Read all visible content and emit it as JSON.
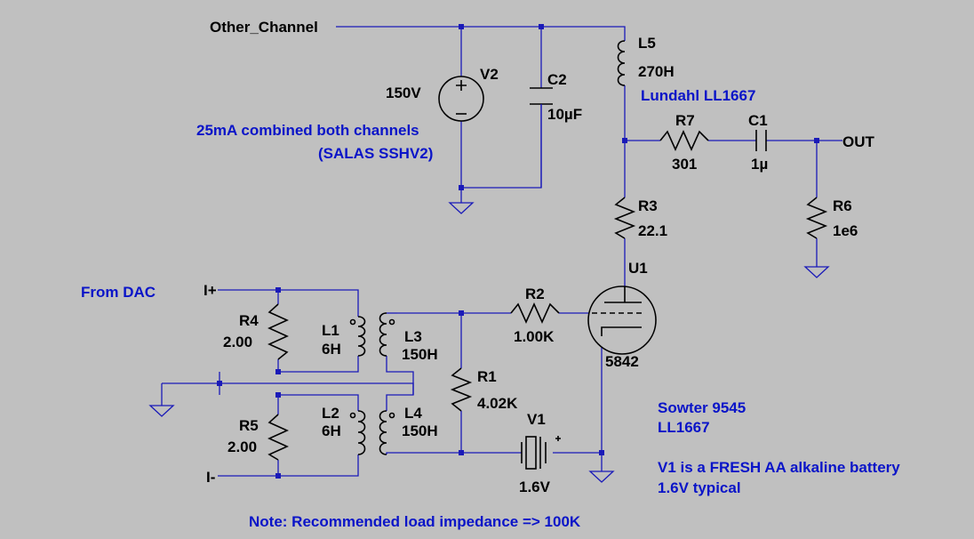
{
  "nets": {
    "other_channel": "Other_Channel",
    "out": "OUT",
    "in_plus": "I+",
    "in_minus": "I-"
  },
  "components": {
    "V2": {
      "ref": "V2",
      "value": "150V"
    },
    "C2": {
      "ref": "C2",
      "value": "10µF"
    },
    "L5": {
      "ref": "L5",
      "value": "270H"
    },
    "R7": {
      "ref": "R7",
      "value": "301"
    },
    "C1": {
      "ref": "C1",
      "value": "1µ"
    },
    "R6": {
      "ref": "R6",
      "value": "1e6"
    },
    "R3": {
      "ref": "R3",
      "value": "22.1"
    },
    "U1": {
      "ref": "U1",
      "value": "5842"
    },
    "R2": {
      "ref": "R2",
      "value": "1.00K"
    },
    "R1": {
      "ref": "R1",
      "value": "4.02K"
    },
    "V1": {
      "ref": "V1",
      "value": "1.6V"
    },
    "R4": {
      "ref": "R4",
      "value": "2.00"
    },
    "R5": {
      "ref": "R5",
      "value": "2.00"
    },
    "L1": {
      "ref": "L1",
      "value": "6H"
    },
    "L2": {
      "ref": "L2",
      "value": "6H"
    },
    "L3": {
      "ref": "L3",
      "value": "150H"
    },
    "L4": {
      "ref": "L4",
      "value": "150H"
    }
  },
  "notes": {
    "supply_line1": "25mA combined both channels",
    "supply_line2": "(SALAS SSHV2)",
    "choke": "Lundahl LL1667",
    "from_dac": "From DAC",
    "xfmr_line1": "Sowter 9545",
    "xfmr_line2": "LL1667",
    "battery_line1": "V1 is a FRESH AA alkaline battery",
    "battery_line2": "1.6V typical",
    "load": "Note: Recommended load impedance => 100K"
  },
  "colors": {
    "background": "#c0c0c0",
    "wire": "#1a1ab8",
    "note_text": "#0a14c8",
    "component": "#000000"
  }
}
